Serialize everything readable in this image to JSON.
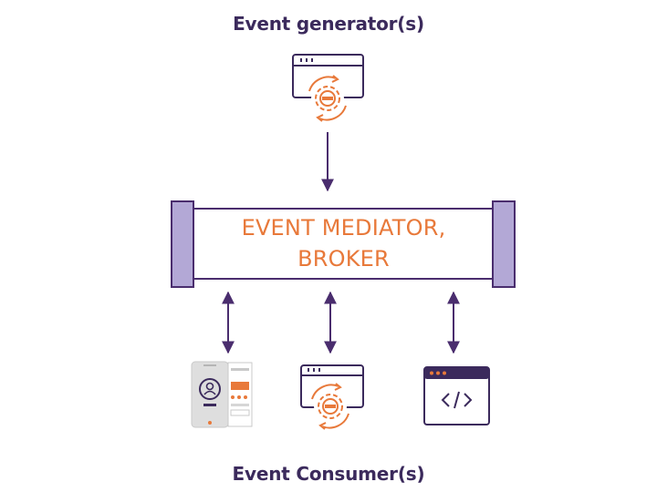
{
  "diagram": {
    "generator_title": "Event generator(s)",
    "consumer_title": "Event Consumer(s)",
    "broker": {
      "line1": "EVENT MEDIATOR,",
      "line2": "BROKER"
    },
    "icons": {
      "generator": "web-window-gear-sync-icon",
      "consumer_1": "mobile-app-profile-icon",
      "consumer_2": "web-window-gear-sync-icon",
      "consumer_3": "code-window-icon"
    },
    "colors": {
      "title": "#3b2a5c",
      "accent_orange": "#e8793a",
      "purple_line": "#4a2d6e",
      "bar_fill": "#b3a8d6"
    }
  }
}
